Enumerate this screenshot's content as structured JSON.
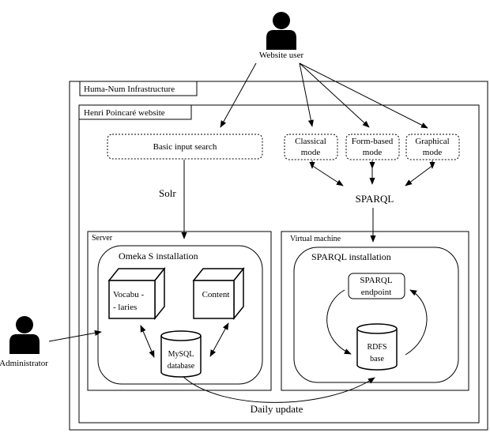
{
  "actors": {
    "website_user": "Website user",
    "administrator": "Administrator"
  },
  "frames": {
    "infrastructure": "Huma-Num Infrastructure",
    "website": "Henri Poincaré website",
    "server": "Server",
    "virtual_machine": "Virtual machine"
  },
  "search": {
    "basic_input": "Basic input search",
    "classical_1": "Classical",
    "classical_2": "mode",
    "form_based_1": "Form-based",
    "form_based_2": "mode",
    "graphical_1": "Graphical",
    "graphical_2": "mode"
  },
  "labels": {
    "solr": "Solr",
    "sparql": "SPARQL",
    "daily_update": "Daily update"
  },
  "omeka": {
    "title": "Omeka S installation",
    "vocab_1": "Vocabu -",
    "vocab_2": "- laries",
    "content": "Content",
    "mysql_1": "MySQL",
    "mysql_2": "database"
  },
  "sparql_install": {
    "title": "SPARQL installation",
    "endpoint_1": "SPARQL",
    "endpoint_2": "endpoint",
    "rdfs_1": "RDFS",
    "rdfs_2": "base"
  }
}
